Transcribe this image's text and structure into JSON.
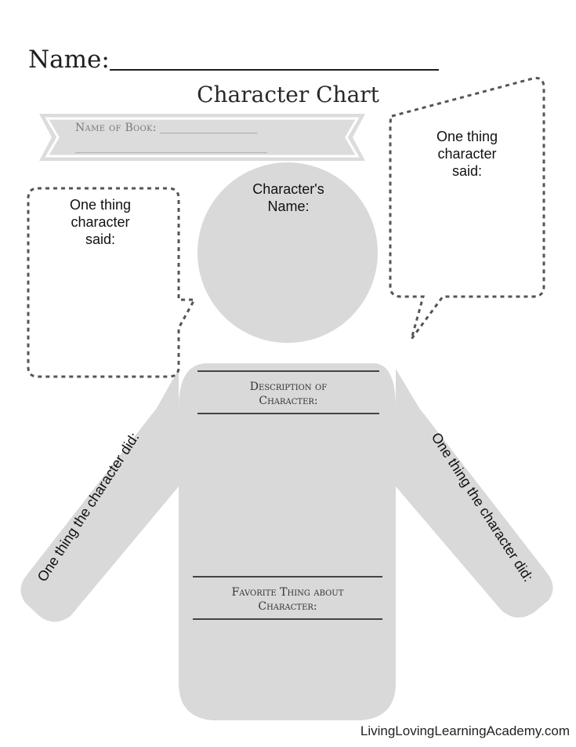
{
  "header": {
    "name_label": "Name:",
    "title": "Character Chart"
  },
  "banner": {
    "book_label": "Name of Book: _________________",
    "book_line2": "___________________________________"
  },
  "bubbles": {
    "left_text": [
      "One thing",
      "character",
      "said:"
    ],
    "right_text": [
      "One thing",
      "character",
      "said:"
    ]
  },
  "head": {
    "label_line1": "Character's",
    "label_line2": "Name:"
  },
  "body": {
    "description_line1": "Description of",
    "description_line2": "Character:",
    "favorite_line1": "Favorite Thing about",
    "favorite_line2": "Character:",
    "left_arm": "One thing the character did:",
    "right_arm": "One thing the character did:"
  },
  "footer": {
    "website": "LivingLovingLearningAcademy.com"
  },
  "colors": {
    "figure_fill": "#d9d9d9",
    "banner_fill": "#dcdcdc",
    "dotted_stroke": "#555555"
  }
}
